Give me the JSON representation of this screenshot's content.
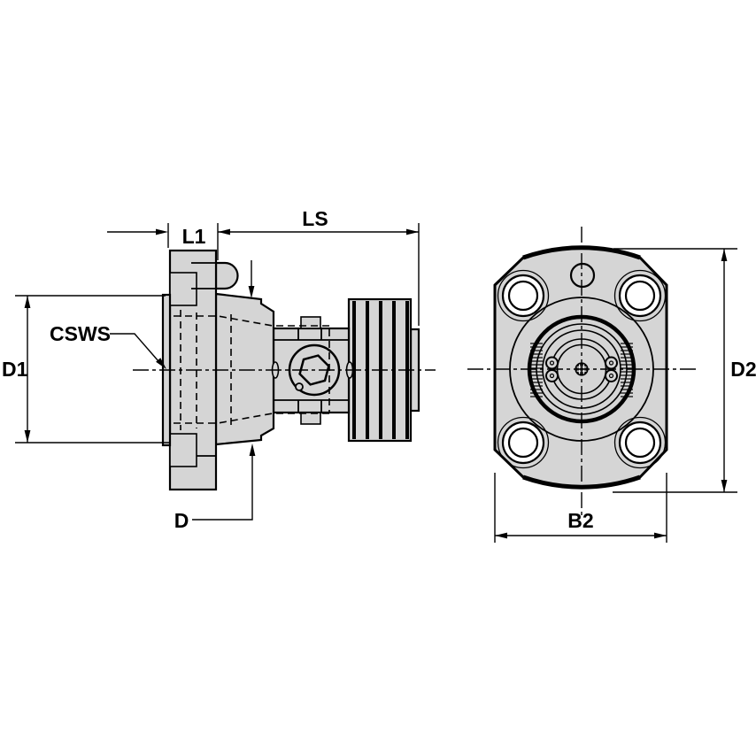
{
  "drawing": {
    "kind": "engineering-drawing-two-views",
    "labels": {
      "l1": "L1",
      "ls": "LS",
      "csws": "CSWS",
      "d1": "D1",
      "d": "D",
      "d2": "D2",
      "b2": "B2"
    },
    "views": {
      "side_view": {
        "name": "side-view",
        "dimension_labels": [
          "L1",
          "LS",
          "CSWS",
          "D1",
          "D"
        ],
        "features": [
          "pilot-boss",
          "mount-flange",
          "locating-lug",
          "tapered-body",
          "clamp-neck",
          "hex-socket-screw",
          "grooved-section",
          "end-cap"
        ]
      },
      "front_view": {
        "name": "front-view",
        "dimension_labels": [
          "D2",
          "B2"
        ],
        "features": [
          "flange-outline",
          "bolt-hole-top-left",
          "bolt-hole-top-right",
          "bolt-hole-bottom-left",
          "bolt-hole-bottom-right",
          "top-pin-hole",
          "center-bore",
          "drive-pins",
          "serrated-bore",
          "center-knurl"
        ]
      }
    },
    "colors": {
      "part_fill": "#d5d5d5",
      "line": "#000000",
      "background": "#ffffff"
    }
  }
}
